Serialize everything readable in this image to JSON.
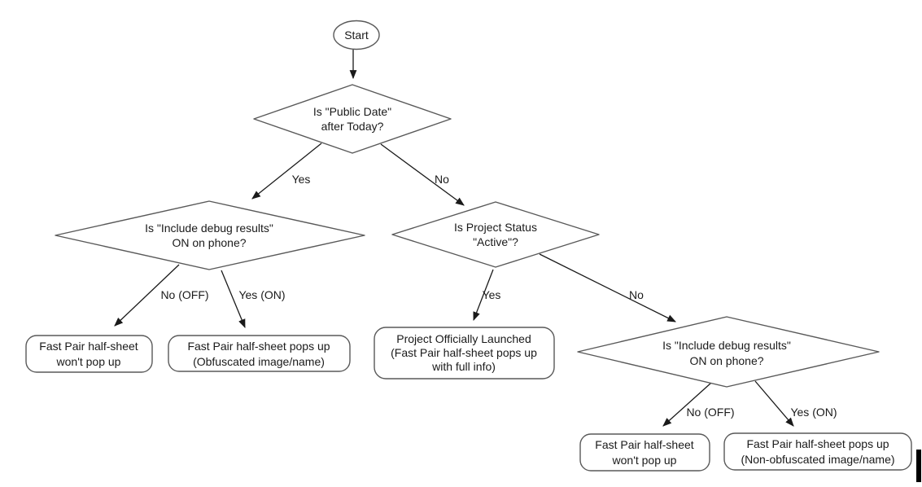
{
  "colors": {
    "background": "#ffffff",
    "shape_fill": "#ffffff",
    "shape_stroke": "#595959",
    "edge_color": "#1a1a1a",
    "text_color": "#1a1a1a"
  },
  "nodes": {
    "start": {
      "type": "terminal",
      "lines": [
        "Start"
      ]
    },
    "decision_public_date": {
      "type": "decision",
      "lines": [
        "Is \"Public Date\"",
        "after Today?"
      ]
    },
    "decision_debug_left": {
      "type": "decision",
      "lines": [
        "Is \"Include debug results\"",
        "ON on phone?"
      ]
    },
    "decision_project_status": {
      "type": "decision",
      "lines": [
        "Is Project Status",
        "\"Active\"?"
      ]
    },
    "decision_debug_right": {
      "type": "decision",
      "lines": [
        "Is \"Include debug results\"",
        "ON on phone?"
      ]
    },
    "result_wont_pop_left": {
      "type": "result",
      "lines": [
        "Fast Pair half-sheet",
        "won't pop up"
      ]
    },
    "result_obfuscated": {
      "type": "result",
      "lines": [
        "Fast Pair half-sheet pops up",
        "(Obfuscated image/name)"
      ]
    },
    "result_launched": {
      "type": "result",
      "lines": [
        "Project Officially Launched",
        "(Fast Pair half-sheet pops up",
        "with full info)"
      ]
    },
    "result_wont_pop_right": {
      "type": "result",
      "lines": [
        "Fast Pair half-sheet",
        "won't pop up"
      ]
    },
    "result_non_obfuscated": {
      "type": "result",
      "lines": [
        "Fast Pair half-sheet pops up",
        "(Non-obfuscated image/name)"
      ]
    }
  },
  "edges": [
    {
      "from": "start",
      "to": "decision_public_date",
      "label": ""
    },
    {
      "from": "decision_public_date",
      "to": "decision_debug_left",
      "label": "Yes"
    },
    {
      "from": "decision_public_date",
      "to": "decision_project_status",
      "label": "No"
    },
    {
      "from": "decision_debug_left",
      "to": "result_wont_pop_left",
      "label": "No (OFF)"
    },
    {
      "from": "decision_debug_left",
      "to": "result_obfuscated",
      "label": "Yes (ON)"
    },
    {
      "from": "decision_project_status",
      "to": "result_launched",
      "label": "Yes"
    },
    {
      "from": "decision_project_status",
      "to": "decision_debug_right",
      "label": "No"
    },
    {
      "from": "decision_debug_right",
      "to": "result_wont_pop_right",
      "label": "No (OFF)"
    },
    {
      "from": "decision_debug_right",
      "to": "result_non_obfuscated",
      "label": "Yes (ON)"
    }
  ]
}
